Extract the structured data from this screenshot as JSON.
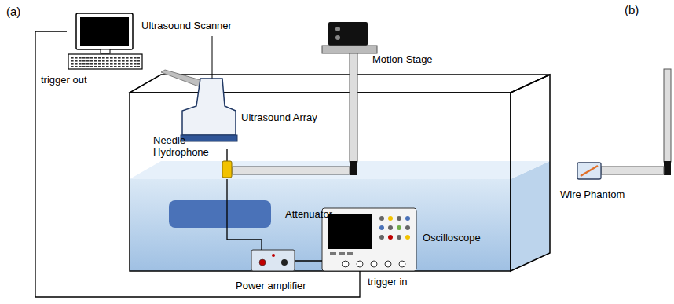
{
  "diagram": {
    "nodes": [
      {
        "text": [
          "Ultrasound Scanner"
        ]
      },
      {
        "text": [
          "Motion Stage"
        ]
      },
      {
        "text": [
          "Ultrasound Array"
        ]
      },
      {
        "text": [
          "Needle Hydrophone"
        ]
      },
      {
        "text": [
          "Attenuator"
        ]
      },
      {
        "text": [
          "Oscilloscope"
        ]
      },
      {
        "text": [
          "Power amplifier"
        ]
      },
      {
        "text": [
          "Wire Phantom"
        ]
      }
    ],
    "edges": [
      {
        "from": 0,
        "to": 5,
        "arrow": "none"
      },
      {
        "from": 3,
        "to": 6,
        "arrow": "none"
      },
      {
        "from": 6,
        "to": 5,
        "arrow": "none"
      }
    ],
    "labels": [
      "(a)",
      "(b)",
      "trigger out",
      "trigger in"
    ]
  }
}
